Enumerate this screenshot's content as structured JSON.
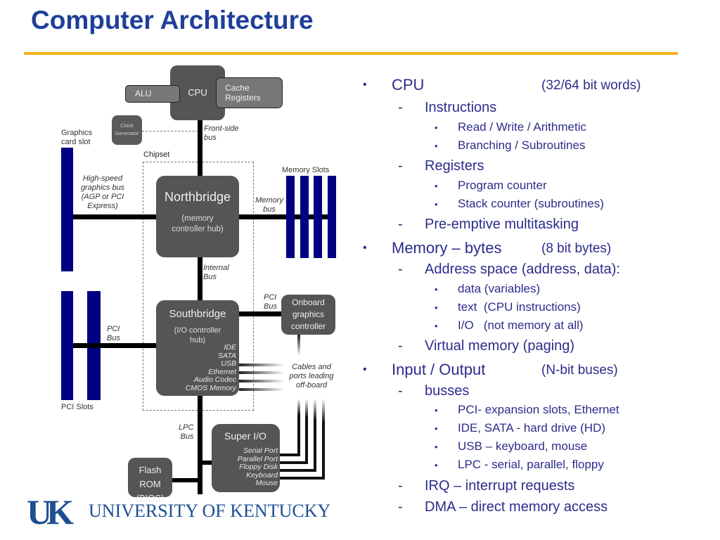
{
  "slide": {
    "title": "Computer Architecture",
    "accent_color": "#f4b21b",
    "title_color": "#1f3f99"
  },
  "diagram": {
    "cpu": "CPU",
    "alu": "ALU",
    "cache": "Cache",
    "registers": "Registers",
    "clock_line1": "Clock",
    "clock_line2": "Generator",
    "front_side_bus_1": "Front-side",
    "front_side_bus_2": "bus",
    "graphics_card_slot_1": "Graphics",
    "graphics_card_slot_2": "card slot",
    "chipset": "Chipset",
    "high_speed_1": "High-speed",
    "high_speed_2": "graphics bus",
    "high_speed_3": "(AGP or PCI",
    "high_speed_4": "Express)",
    "northbridge": "Northbridge",
    "northbridge_sub1": "(memory",
    "northbridge_sub2": "controller hub)",
    "memory_slots": "Memory Slots",
    "memory_bus_1": "Memory",
    "memory_bus_2": "bus",
    "internal_bus_1": "Internal",
    "internal_bus_2": "Bus",
    "southbridge": "Southbridge",
    "southbridge_sub1": "(I/O controller",
    "southbridge_sub2": "hub)",
    "southbridge_ports": [
      "IDE",
      "SATA",
      "USB",
      "Ethernet",
      "Audio Codec",
      "CMOS Memory"
    ],
    "pci_bus_left_1": "PCI",
    "pci_bus_left_2": "Bus",
    "pci_slots": "PCI Slots",
    "pci_bus_right_1": "PCI",
    "pci_bus_right_2": "Bus",
    "onboard_1": "Onboard",
    "onboard_2": "graphics",
    "onboard_3": "controller",
    "cables_1": "Cables and",
    "cables_2": "ports leading",
    "cables_3": "off-board",
    "lpc_bus_1": "LPC",
    "lpc_bus_2": "Bus",
    "super_io": "Super I/O",
    "super_io_ports": [
      "Serial Port",
      "Parallel Port",
      "Floppy Disk",
      "Keyboard",
      "Mouse"
    ],
    "flash_1": "Flash ROM",
    "flash_2": "(BIOS)"
  },
  "bullets": [
    {
      "level": 1,
      "marker": "•",
      "text": "CPU",
      "note": "(32/64 bit words)"
    },
    {
      "level": 2,
      "marker": "-",
      "text": "Instructions"
    },
    {
      "level": 3,
      "marker": "•",
      "text": "Read / Write / Arithmetic"
    },
    {
      "level": 3,
      "marker": "•",
      "text": "Branching / Subroutines"
    },
    {
      "level": 2,
      "marker": "-",
      "text": "Registers"
    },
    {
      "level": 3,
      "marker": "•",
      "text": "Program counter"
    },
    {
      "level": 3,
      "marker": "•",
      "text": "Stack counter (subroutines)"
    },
    {
      "level": 2,
      "marker": "-",
      "text": "Pre-emptive multitasking"
    },
    {
      "level": 1,
      "marker": "•",
      "text": "Memory – bytes",
      "note": "(8 bit bytes)"
    },
    {
      "level": 2,
      "marker": "-",
      "text": "Address space (address, data):"
    },
    {
      "level": 3,
      "marker": "•",
      "text": "data (variables)"
    },
    {
      "level": 3,
      "marker": "•",
      "text": "text  (CPU instructions)"
    },
    {
      "level": 3,
      "marker": "•",
      "text": "I/O   (not memory at all)"
    },
    {
      "level": 2,
      "marker": "-",
      "text": "Virtual memory (paging)"
    },
    {
      "level": 1,
      "marker": "•",
      "text": "Input / Output",
      "note": "(N-bit buses)"
    },
    {
      "level": 2,
      "marker": "-",
      "text": "busses"
    },
    {
      "level": 3,
      "marker": "•",
      "text": "PCI- expansion slots, Ethernet"
    },
    {
      "level": 3,
      "marker": "•",
      "text": "IDE, SATA - hard drive (HD)"
    },
    {
      "level": 3,
      "marker": "•",
      "text": "USB – keyboard, mouse"
    },
    {
      "level": 3,
      "marker": "•",
      "text": "LPC - serial, parallel, floppy"
    },
    {
      "level": 2,
      "marker": "-",
      "text": "IRQ – interrupt requests"
    },
    {
      "level": 2,
      "marker": "-",
      "text": "DMA – direct memory access"
    }
  ],
  "footer": {
    "logo": "UK",
    "university": "UNIVERSITY OF KENTUCKY"
  }
}
